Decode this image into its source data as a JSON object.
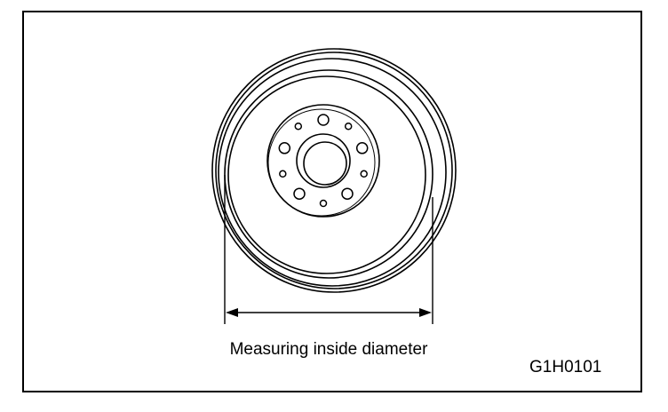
{
  "diagram": {
    "caption": "Measuring inside diameter",
    "figure_code": "G1H0101",
    "part": {
      "wheel_bolt_holes": 5,
      "small_holes": 5
    },
    "colors": {
      "line": "#000000",
      "background": "#ffffff"
    }
  }
}
